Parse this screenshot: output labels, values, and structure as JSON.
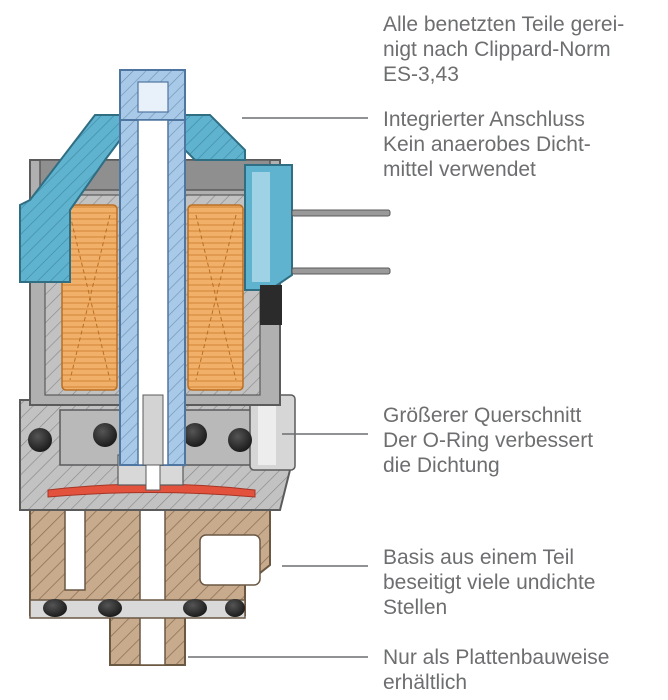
{
  "annotations": [
    {
      "id": "cleaning",
      "lines": [
        "Alle benetzten Teile gerei-",
        "nigt nach Clippard-Norm",
        "ES-3,43"
      ]
    },
    {
      "id": "port",
      "lines": [
        "Integrierter Anschluss",
        "Kein anaerobes Dicht-",
        "mittel verwendet"
      ]
    },
    {
      "id": "oring",
      "lines": [
        "Größerer Querschnitt",
        "Der O-Ring verbessert",
        "die Dichtung"
      ]
    },
    {
      "id": "base",
      "lines": [
        "Basis aus einem Teil",
        "beseitigt viele undichte",
        "Stellen"
      ]
    },
    {
      "id": "manifold",
      "lines": [
        "Nur als Plattenbauweise",
        "erhältlich"
      ]
    }
  ],
  "colors": {
    "body_metal": "#b9b9ba",
    "body_dark": "#8f8f90",
    "hatch_brown": "#c8ab8d",
    "tube_blue": "#a9c9e8",
    "fitting_teal": "#5fb3cf",
    "coil_orange": "#f1b06a",
    "seal_red": "#e2523c",
    "oring_black": "#2b2b2b",
    "leader": "#6d6e70",
    "text": "#6d6e70"
  }
}
